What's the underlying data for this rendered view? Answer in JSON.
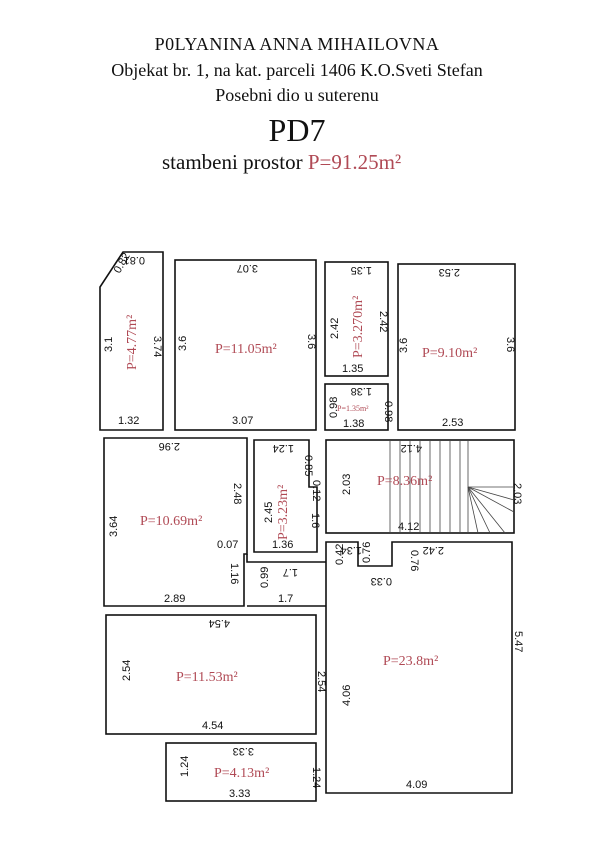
{
  "header": {
    "owner": "P0LYANINA ANNA MIHAILOVNA",
    "object": "Objekat br. 1, na kat. parceli 1406 K.O.Sveti Stefan",
    "part": "Posebni dio u suterenu",
    "code": "PD7",
    "subtitle_label": "stambeni prostor",
    "subtitle_area": "P=91.25m²"
  },
  "rooms": [
    {
      "id": "r1",
      "area": "P=4.77m²",
      "dims": {
        "top": "0.81",
        "diag": "0.82",
        "left": "3.1",
        "right": "3.74",
        "bottom": "1.32"
      }
    },
    {
      "id": "r2",
      "area": "P=11.05m²",
      "dims": {
        "top": "3.07",
        "left": "3.6",
        "right": "3.6",
        "bottom": "3.07"
      }
    },
    {
      "id": "r3",
      "area": "P=3.270m²",
      "dims": {
        "top": "1.35",
        "left": "2.42",
        "right": "2.42",
        "bottom": "1.35"
      }
    },
    {
      "id": "r4",
      "area": "P=1.35m²",
      "dims": {
        "top": "1.38",
        "left": "0.98",
        "right": "0.98",
        "bottom": "1.38"
      }
    },
    {
      "id": "r5",
      "area": "P=9.10m²",
      "dims": {
        "top": "2.53",
        "left": "3.6",
        "right": "3.6",
        "bottom": "2.53"
      }
    },
    {
      "id": "r6",
      "area": "P=10.69m²",
      "dims": {
        "top": "2.96",
        "left": "3.64",
        "right": "2.48",
        "notch": "0.07",
        "right2": "1.16",
        "bottom": "2.89"
      }
    },
    {
      "id": "r7",
      "area": "P=3.23m²",
      "dims": {
        "top": "1.24",
        "right_top": "0.85",
        "step": "0.12",
        "left": "2.45",
        "right": "1.6",
        "bottom": "1.36"
      }
    },
    {
      "id": "r8",
      "area": "P=8.36m²",
      "dims": {
        "top": "4.12",
        "left": "2.03",
        "right": "2.03",
        "bottom": "4.12"
      }
    },
    {
      "id": "r9",
      "area": "P=11.53m²",
      "dims": {
        "top": "4.54",
        "left": "2.54",
        "right": "2.54",
        "bottom": "4.54"
      }
    },
    {
      "id": "r10",
      "area": "P=4.13m²",
      "dims": {
        "top": "3.33",
        "left": "1.24",
        "right": "1.24",
        "bottom": "3.33"
      }
    },
    {
      "id": "r11",
      "area": "P=23.8m²",
      "dims": {
        "top_a": "1.34",
        "a1": "0.42",
        "a2": "0.76",
        "a3": "0.76",
        "a4": "0.33",
        "top_b": "2.42",
        "right": "5.47",
        "left": "4.06",
        "bottom": "4.09"
      }
    },
    {
      "id": "corr",
      "area": "",
      "dims": {
        "top": "1.7",
        "left": "0.99",
        "bottom": "1.7"
      }
    }
  ]
}
